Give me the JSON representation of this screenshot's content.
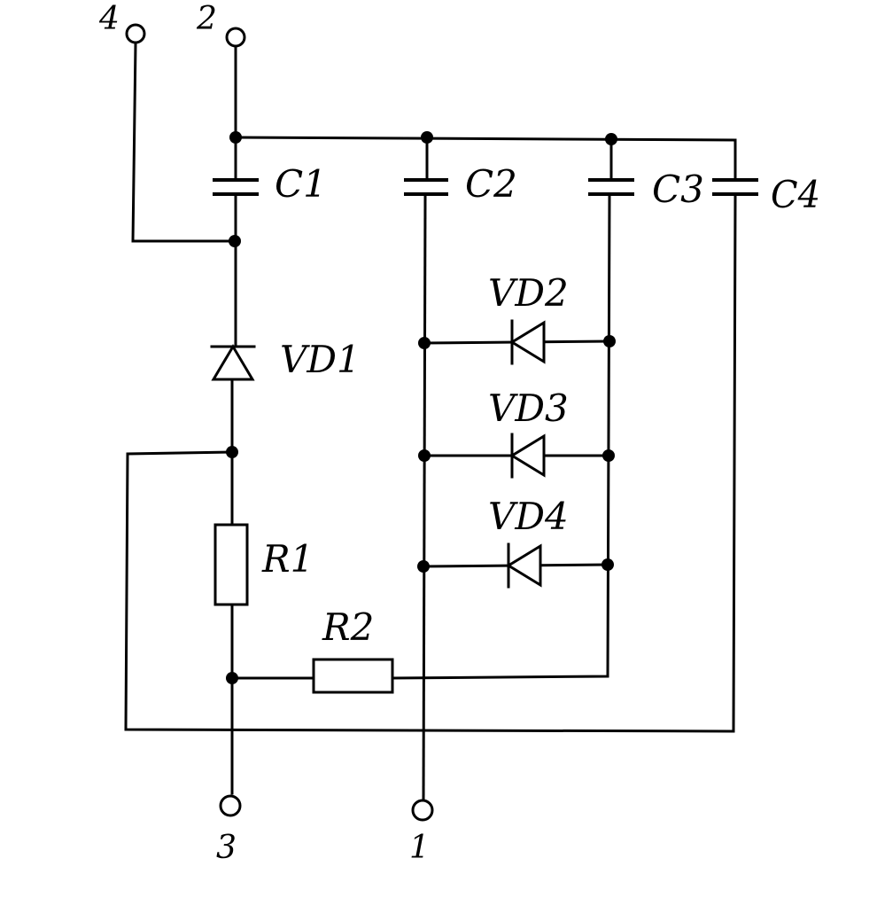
{
  "terminals": {
    "t4": "4",
    "t2": "2",
    "t3": "3",
    "t1": "1"
  },
  "components": {
    "c1": "C1",
    "c2": "C2",
    "c3": "C3",
    "c4": "C4",
    "vd1": "VD1",
    "vd2": "VD2",
    "vd3": "VD3",
    "vd4": "VD4",
    "r1": "R1",
    "r2": "R2"
  }
}
